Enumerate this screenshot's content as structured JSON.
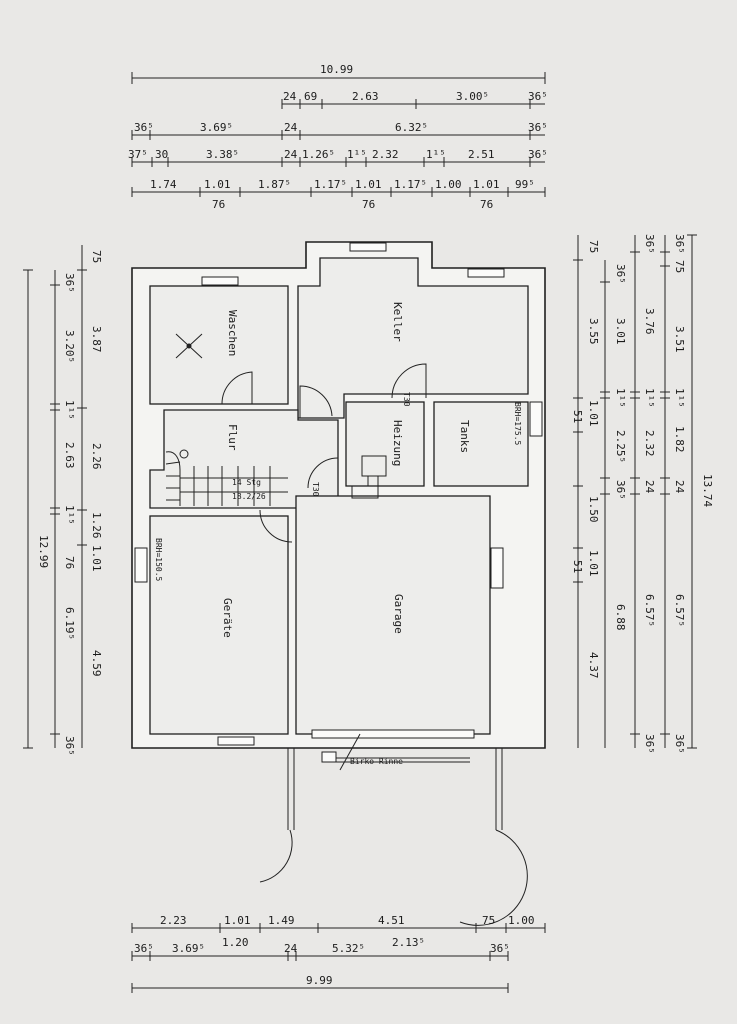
{
  "rooms": {
    "waschen": "Waschen",
    "keller": "Keller",
    "flur": "Flur",
    "heizung": "Heizung",
    "tanks": "Tanks",
    "geraete": "Geräte",
    "garage": "Garage"
  },
  "labels": {
    "t30_heizung": "T30",
    "t30_flur": "T30",
    "stairs_count": "14 Stg",
    "stairs_ratio": "18.2/26",
    "brh_tanks": "BRH=175.5",
    "brh_geraete": "BRH=150.5",
    "birko": "Birko-Rinne"
  },
  "top_dims": {
    "row0": [
      "10.99"
    ],
    "row1": [
      "24",
      "69",
      "2.63",
      "3.00⁵",
      "36⁵"
    ],
    "row2": [
      "36⁵",
      "3.69⁵",
      "24",
      "6.32⁵",
      "36⁵"
    ],
    "row3": [
      "37⁵",
      "30",
      "3.38⁵",
      "24",
      "1.26⁵",
      "1¹⁵",
      "2.32",
      "1¹⁵",
      "2.51",
      "36⁵"
    ],
    "row4": [
      "1.74",
      "1.01",
      "1.87⁵",
      "1.17⁵",
      "1.01",
      "1.17⁵",
      "1.00",
      "1.01",
      "99⁵"
    ],
    "row4_sub": [
      "76",
      "76",
      "76"
    ]
  },
  "bottom_dims": {
    "row1": [
      "2.23",
      "1.01",
      "1.49",
      "4.51",
      "75",
      "1.00"
    ],
    "row2": [
      "36⁵",
      "3.69⁵",
      "1.20",
      "24",
      "5.32⁵",
      "2.13⁵",
      "36⁵"
    ],
    "row3": [
      "9.99"
    ]
  },
  "left_dims": {
    "outer": [
      "12.99"
    ],
    "mid": [
      "36⁵",
      "3.20⁵",
      "1¹⁵",
      "2.63",
      "1¹⁵",
      "6.19⁵",
      "36⁵"
    ],
    "inner": [
      "75",
      "3.87",
      "2.26",
      "1.26",
      "1.01",
      "76",
      "4.59"
    ]
  },
  "right_dims": {
    "c1": [
      "75",
      "3.55",
      "1.01",
      "51",
      "1.50",
      "1.01",
      "51",
      "4.37"
    ],
    "c2": [
      "36⁵",
      "3.01",
      "1¹⁵",
      "2.25⁵",
      "36⁵",
      "6.88"
    ],
    "c3": [
      "36⁵",
      "3.76",
      "1¹⁵",
      "2.32",
      "24",
      "6.57⁵",
      "36⁵"
    ],
    "c4": [
      "36⁵",
      "75",
      "3.51",
      "1¹⁵",
      "1.82",
      "24",
      "6.57⁵",
      "36⁵"
    ],
    "c5": [
      "13.74"
    ]
  }
}
